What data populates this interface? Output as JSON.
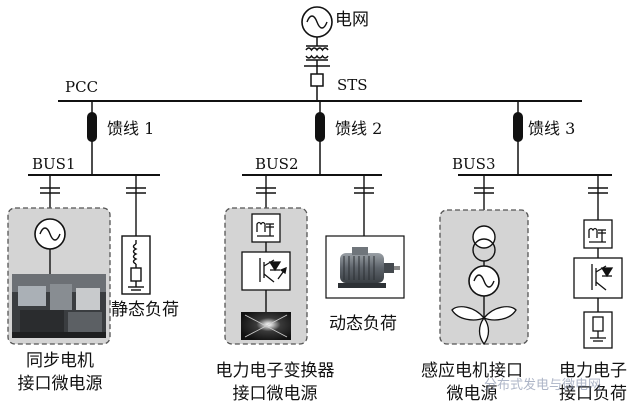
{
  "grid": {
    "label": "电网"
  },
  "pcc": {
    "label": "PCC"
  },
  "sts": {
    "label": "STS"
  },
  "feeders": [
    {
      "label": "馈线 1",
      "bus": "BUS1"
    },
    {
      "label": "馈线 2",
      "bus": "BUS2"
    },
    {
      "label": "馈线 3",
      "bus": "BUS3"
    }
  ],
  "sources": [
    {
      "caption_line1": "同步电机",
      "caption_line2": "接口微电源"
    },
    {
      "caption_line1": "电力电子变换器",
      "caption_line2": "接口微电源"
    },
    {
      "caption_line1": "感应电机接口",
      "caption_line2": "微电源"
    }
  ],
  "loads": [
    {
      "caption_line1": "静态负荷"
    },
    {
      "caption_line1": "动态负荷"
    },
    {
      "caption_line1": "电力电子",
      "caption_line2": "接口负荷"
    }
  ],
  "watermark": "分布式发电与微电网",
  "colors": {
    "line": "#111111",
    "source_box_fill": "#d4d4d4",
    "source_box_border": "#555555"
  }
}
